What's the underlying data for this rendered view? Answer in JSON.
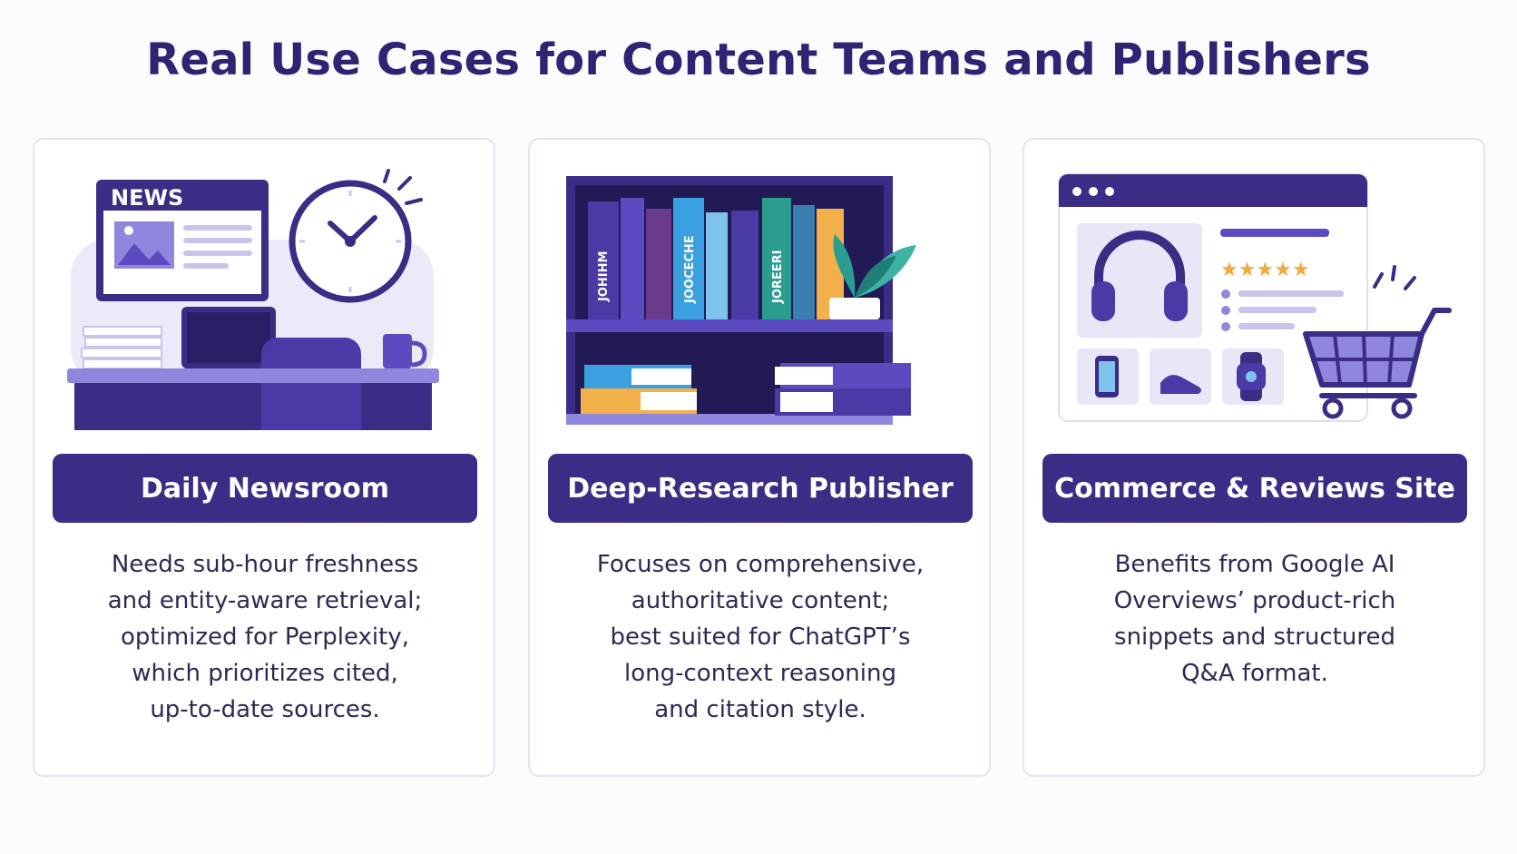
{
  "page": {
    "title": "Real Use Cases for Content Teams and Publishers"
  },
  "cards": [
    {
      "title": "Daily Newsroom",
      "illustration_icon": "newsroom-desk-clock-illustration",
      "illustration_text": "NEWS",
      "description": "Needs sub-hour freshness\nand entity-aware retrieval;\noptimized for Perplexity,\nwhich prioritizes cited,\nup-to-date sources."
    },
    {
      "title": "Deep-Research Publisher",
      "illustration_icon": "bookshelf-plant-illustration",
      "book_spines": [
        "JOHIHM",
        "JOOCECHE",
        "JOREERI"
      ],
      "description": "Focuses on comprehensive,\nauthoritative content;\nbest suited for ChatGPT’s\nlong-context reasoning\nand citation style."
    },
    {
      "title": "Commerce & Reviews Site",
      "illustration_icon": "ecommerce-cart-illustration",
      "rating_stars": "★★★★★",
      "description": "Benefits from Google AI\nOverviews’ product-rich\nsnippets and structured\nQ&A format."
    }
  ],
  "colors": {
    "title": "#2f2474",
    "label_bg": "#3b2c85",
    "accent_purple": "#5a4cc0",
    "light_purple": "#dcd8f4",
    "body_text": "#2c2a52",
    "card_border": "#e4e2f3",
    "star": "#f2a93b",
    "teal": "#2a9d8f",
    "blue": "#3aa0e0",
    "orange": "#f2b04a"
  }
}
